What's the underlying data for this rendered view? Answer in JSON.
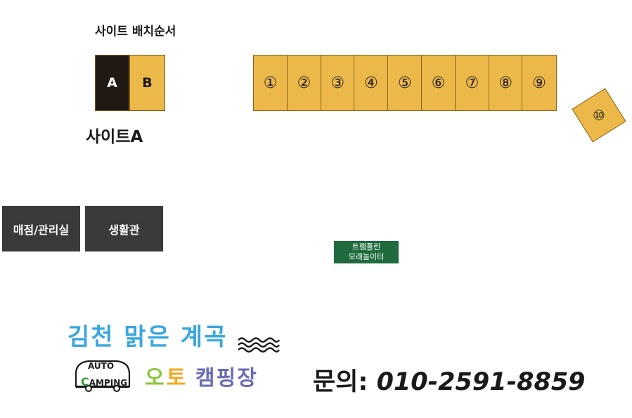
{
  "legend": {
    "title": "사이트 배치순서",
    "box_a": "A",
    "box_b": "B",
    "label": "사이트A"
  },
  "sites": [
    "①",
    "②",
    "③",
    "④",
    "⑤",
    "⑥",
    "⑦",
    "⑧",
    "⑨"
  ],
  "site_10": "⑩",
  "buildings": {
    "store": "매점/관리실",
    "living": "생활관"
  },
  "playground": {
    "line1": "트램폴린",
    "line2": "모래놀이터"
  },
  "brand": {
    "name_top": "김천 맑은 계곡",
    "badge_auto": "AUTO",
    "badge_c": "C",
    "badge_amping": "AMPING",
    "oto_1": "오",
    "oto_2": "토",
    "campground": "캠핑장"
  },
  "contact": {
    "label": "문의:",
    "phone": "010-2591-8859"
  },
  "colors": {
    "site": "#edb84a",
    "site_dark": "#201812",
    "building": "#3a3a3a",
    "playground": "#1f6b3e",
    "brand_blue": "#38a7e0"
  }
}
